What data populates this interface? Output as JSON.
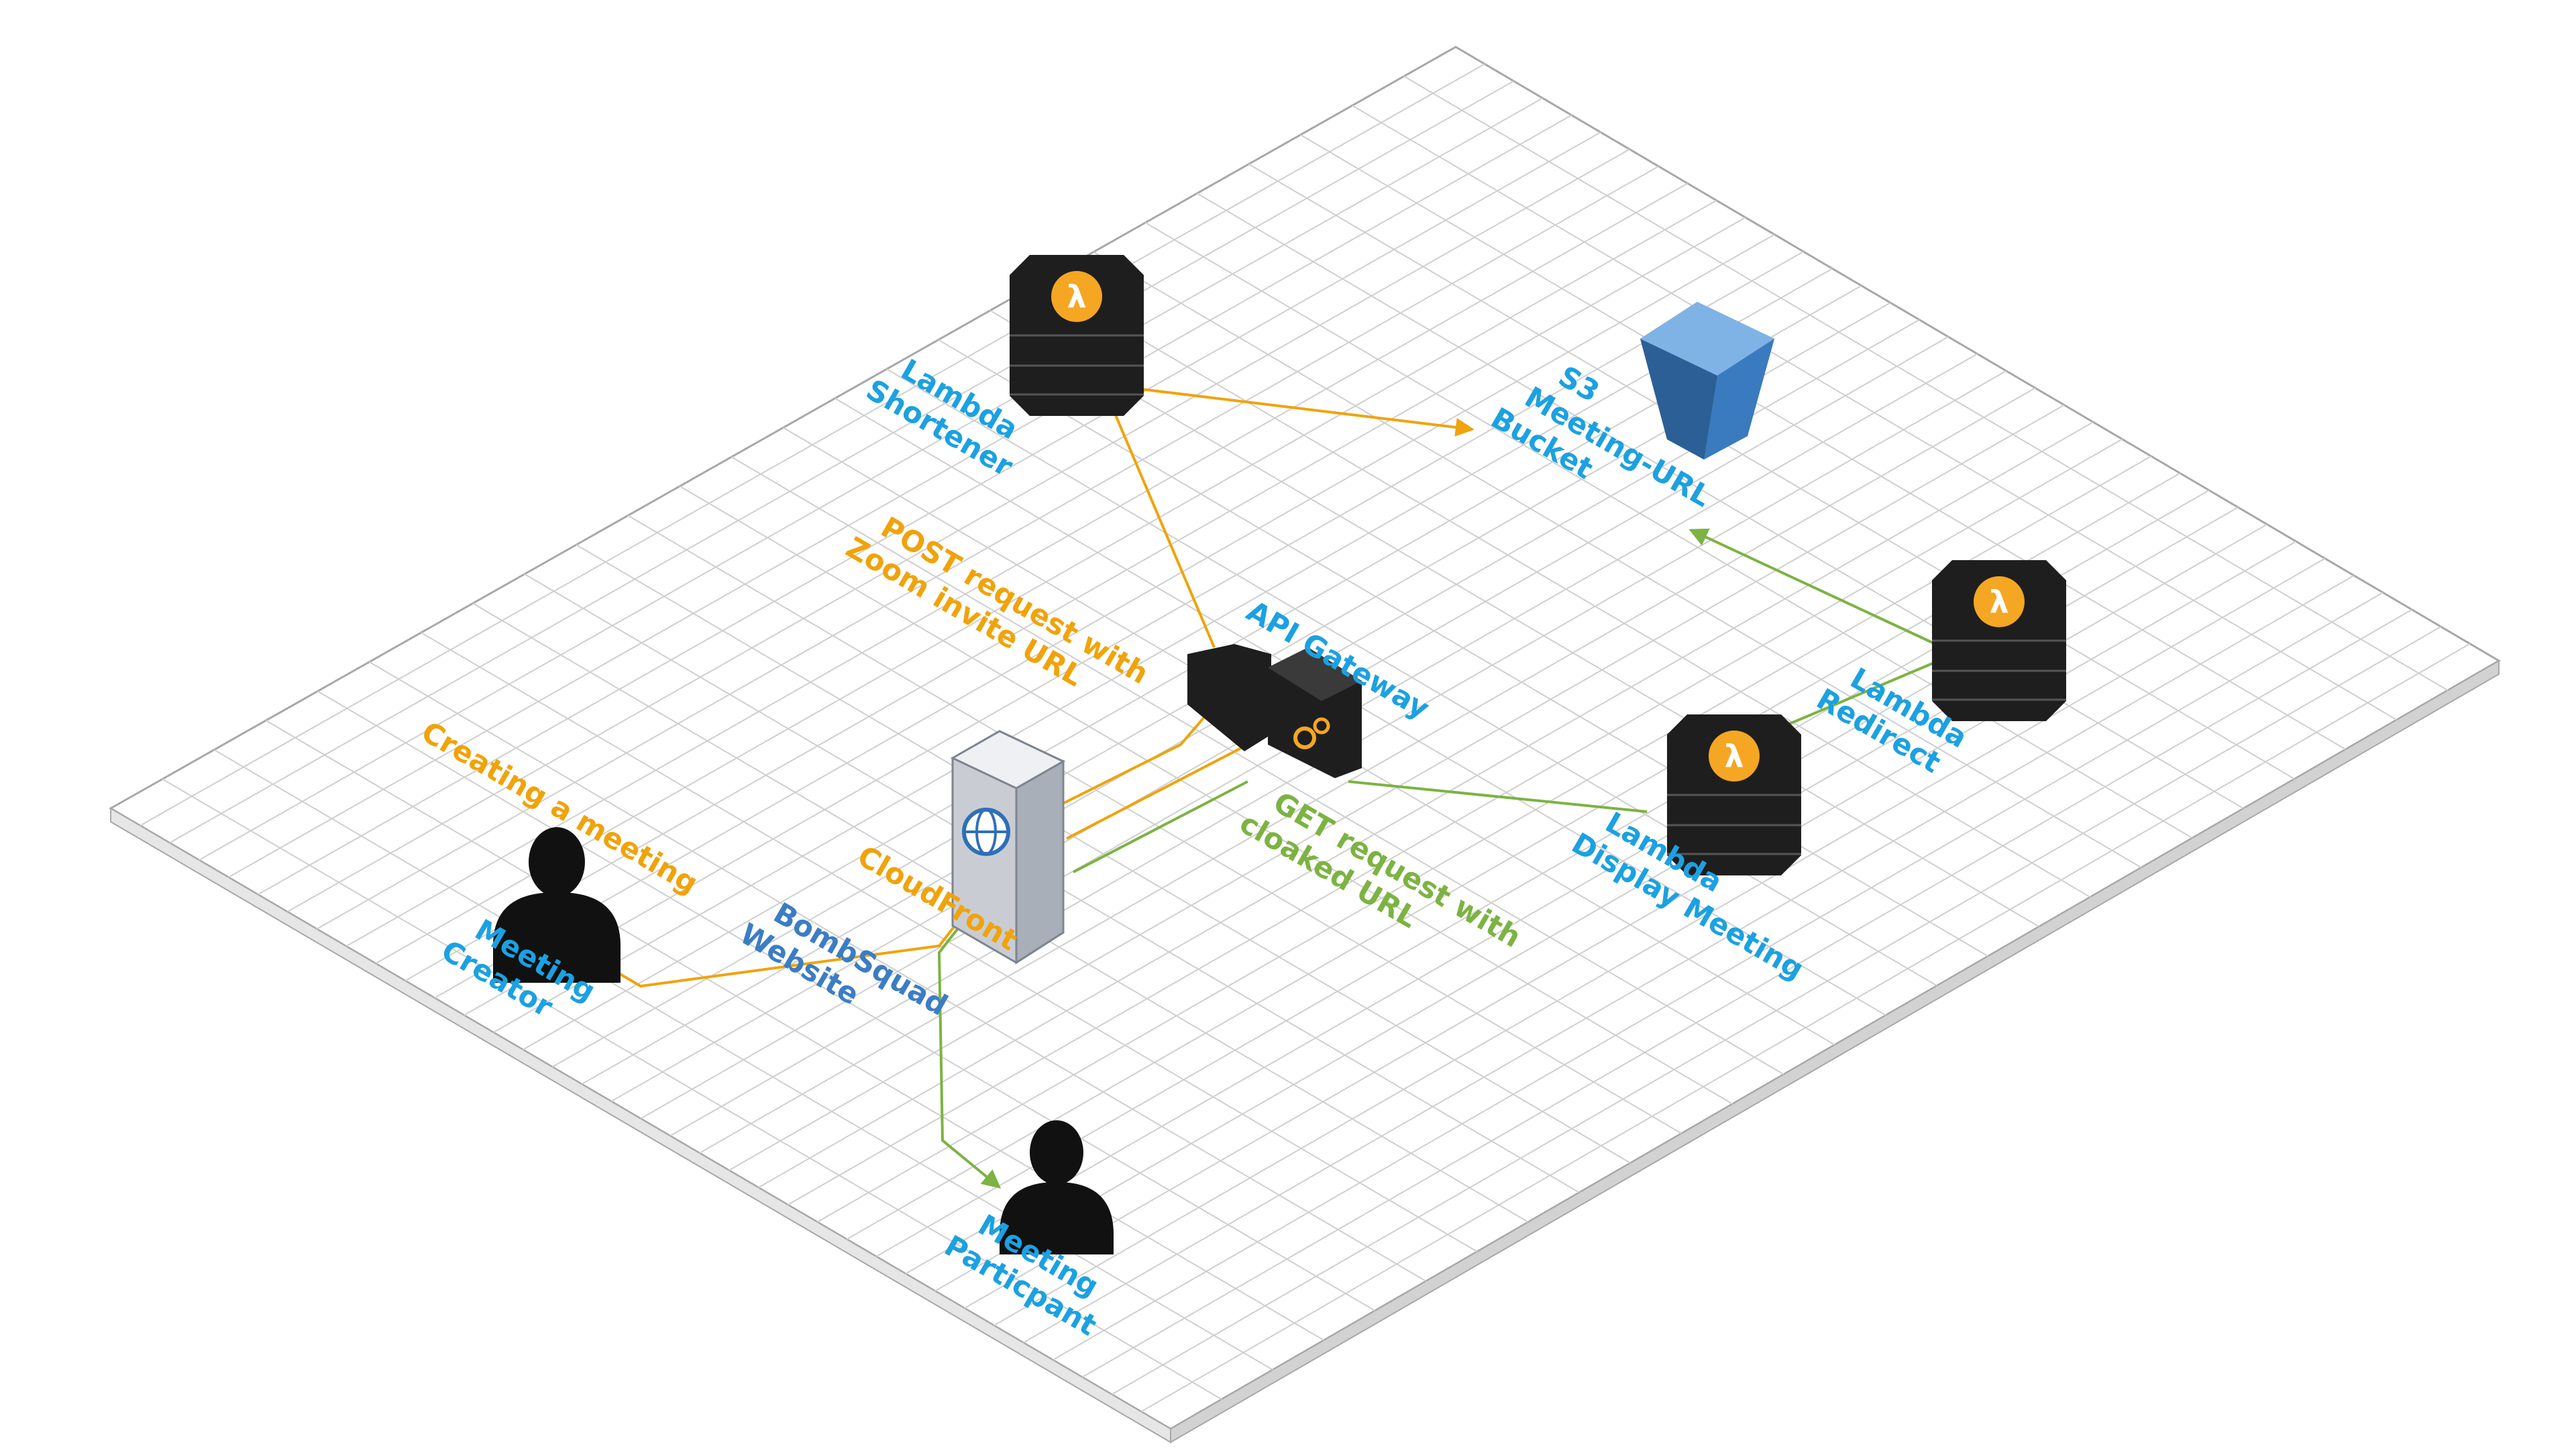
{
  "colors": {
    "label_blue": "#1ba1e2",
    "website_blue": "#3b7dc4",
    "post_orange": "#f0a30a",
    "get_green": "#7cb342",
    "lambda_badge": "#f5a623",
    "s3_blue": "#3a7bbf",
    "server_dark": "#1e1e1e"
  },
  "nodes": {
    "lambda_shortener": {
      "line1": "Lambda",
      "line2": "Shortener",
      "icon": "lambda-icon"
    },
    "s3_bucket": {
      "line1": "S3",
      "line2": "Meeting-URL",
      "line3": "Bucket",
      "icon": "s3-bucket-icon"
    },
    "api_gateway": {
      "label": "API Gateway",
      "icon": "api-gateway-icon"
    },
    "lambda_redirect": {
      "line1": "Lambda",
      "line2": "Redirect",
      "icon": "lambda-icon"
    },
    "lambda_display": {
      "line1": "Lambda",
      "line2": "Display Meeting",
      "icon": "lambda-icon"
    },
    "cloudfront": {
      "label": "CloudFront",
      "website_line1": "BombSquad",
      "website_line2": "Website",
      "icon": "cloudfront-icon"
    },
    "meeting_creator": {
      "line1": "Meeting",
      "line2": "Creator",
      "icon": "user-icon"
    },
    "meeting_participant": {
      "line1": "Meeting",
      "line2": "Particpant",
      "icon": "user-icon"
    }
  },
  "edges": {
    "post_label_line1": "POST request with",
    "post_label_line2": "Zoom invite URL",
    "creating_label": "Creating a meeting",
    "get_label_line1": "GET request with",
    "get_label_line2": "cloaked URL"
  }
}
